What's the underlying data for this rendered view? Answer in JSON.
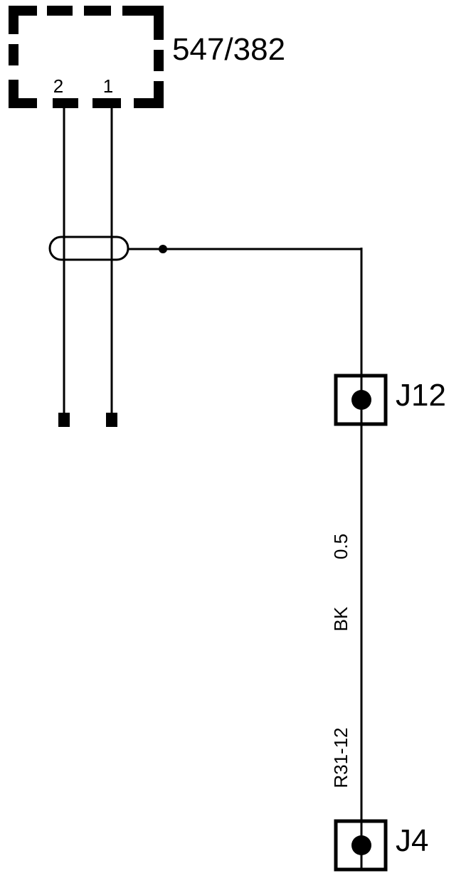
{
  "component": {
    "label": "547/382",
    "pins": [
      {
        "number": "2"
      },
      {
        "number": "1"
      }
    ]
  },
  "connectors": {
    "upper": {
      "label": "J12"
    },
    "lower": {
      "label": "J4"
    }
  },
  "wire": {
    "size": "0.5",
    "color_code": "BK",
    "circuit": "R31-12"
  },
  "colors": {
    "line": "#000000",
    "background": "#ffffff"
  }
}
